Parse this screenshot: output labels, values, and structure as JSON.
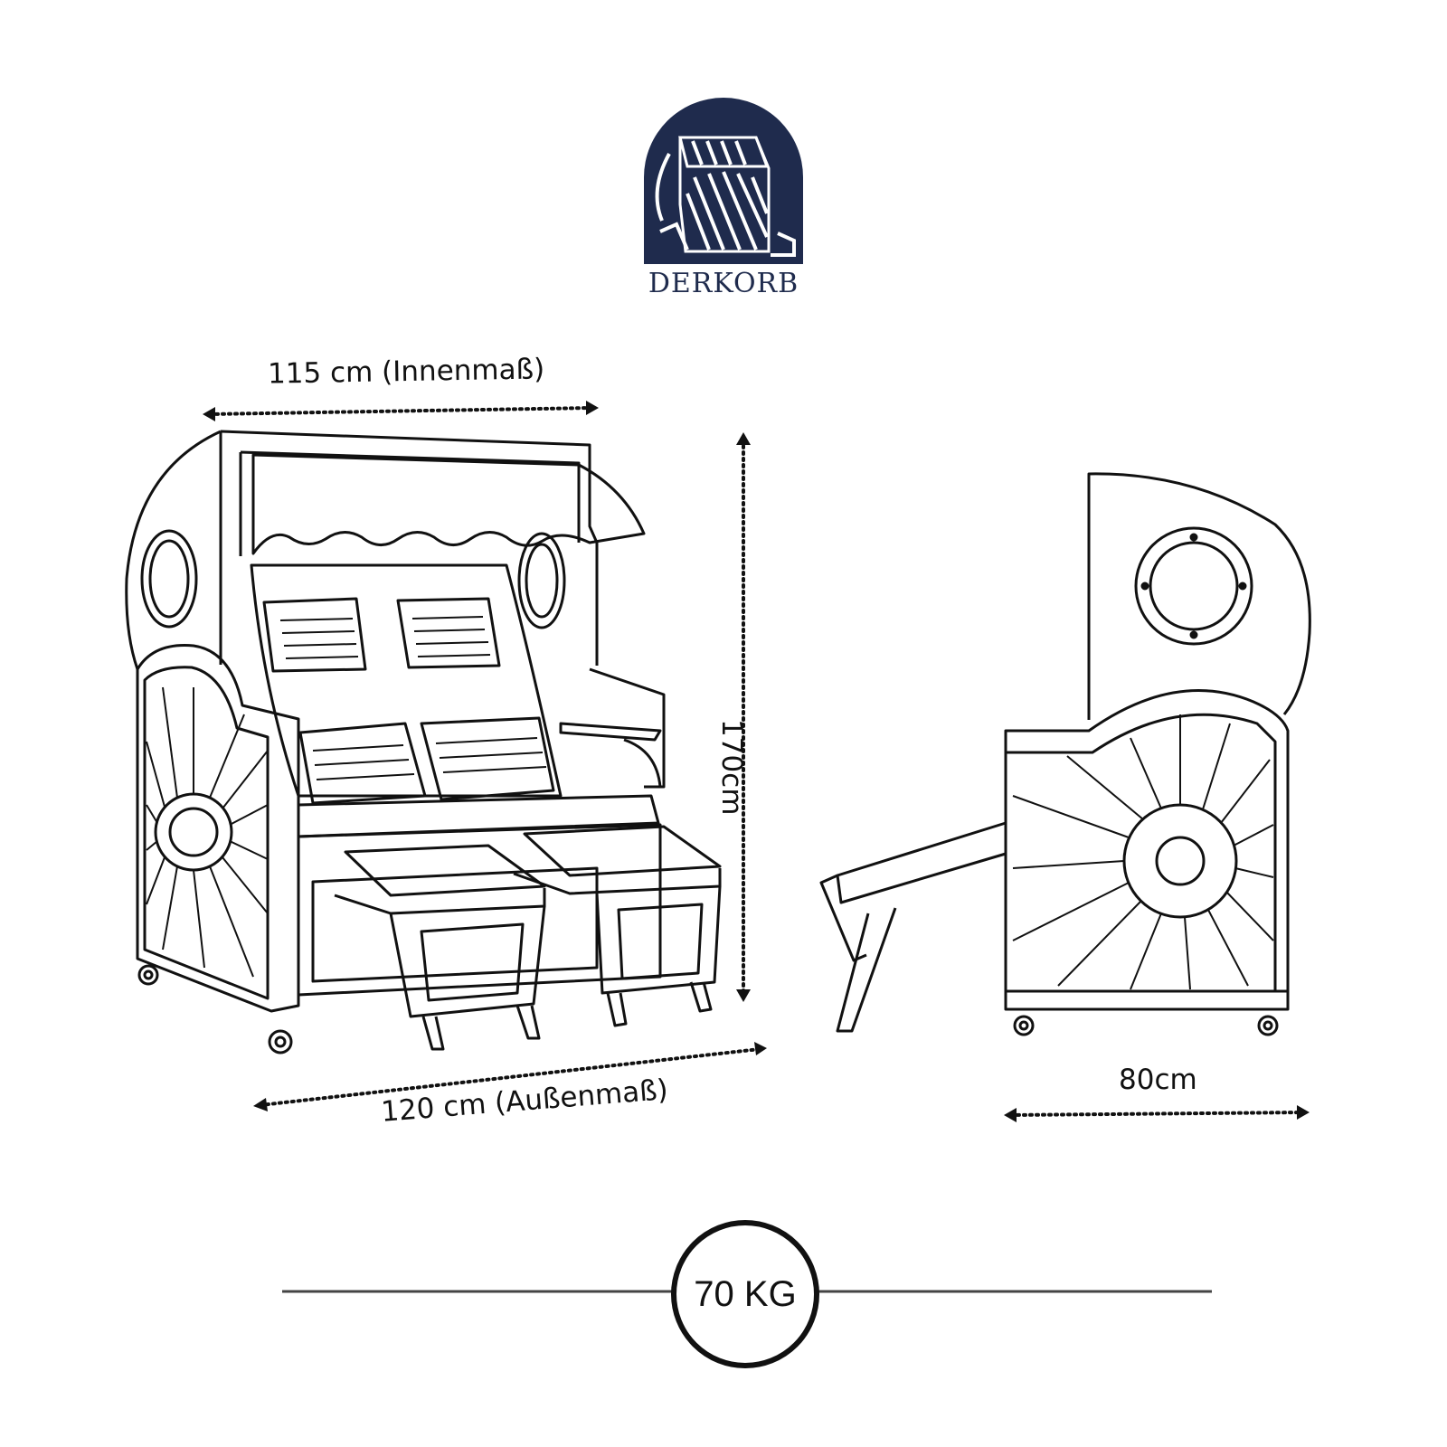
{
  "brand": {
    "name": "DERKORB",
    "logo_color": "#1f2b4d"
  },
  "dimensions": {
    "inner_width": "115 cm (Innenmaß)",
    "outer_width": "120 cm (Außenmaß)",
    "height": "170cm",
    "depth": "80cm"
  },
  "weight": "70 KG",
  "icons": [
    "beach-chair-logo-icon",
    "dotted-arrow-icon"
  ],
  "colors": {
    "line": "#111111",
    "background": "#ffffff"
  }
}
